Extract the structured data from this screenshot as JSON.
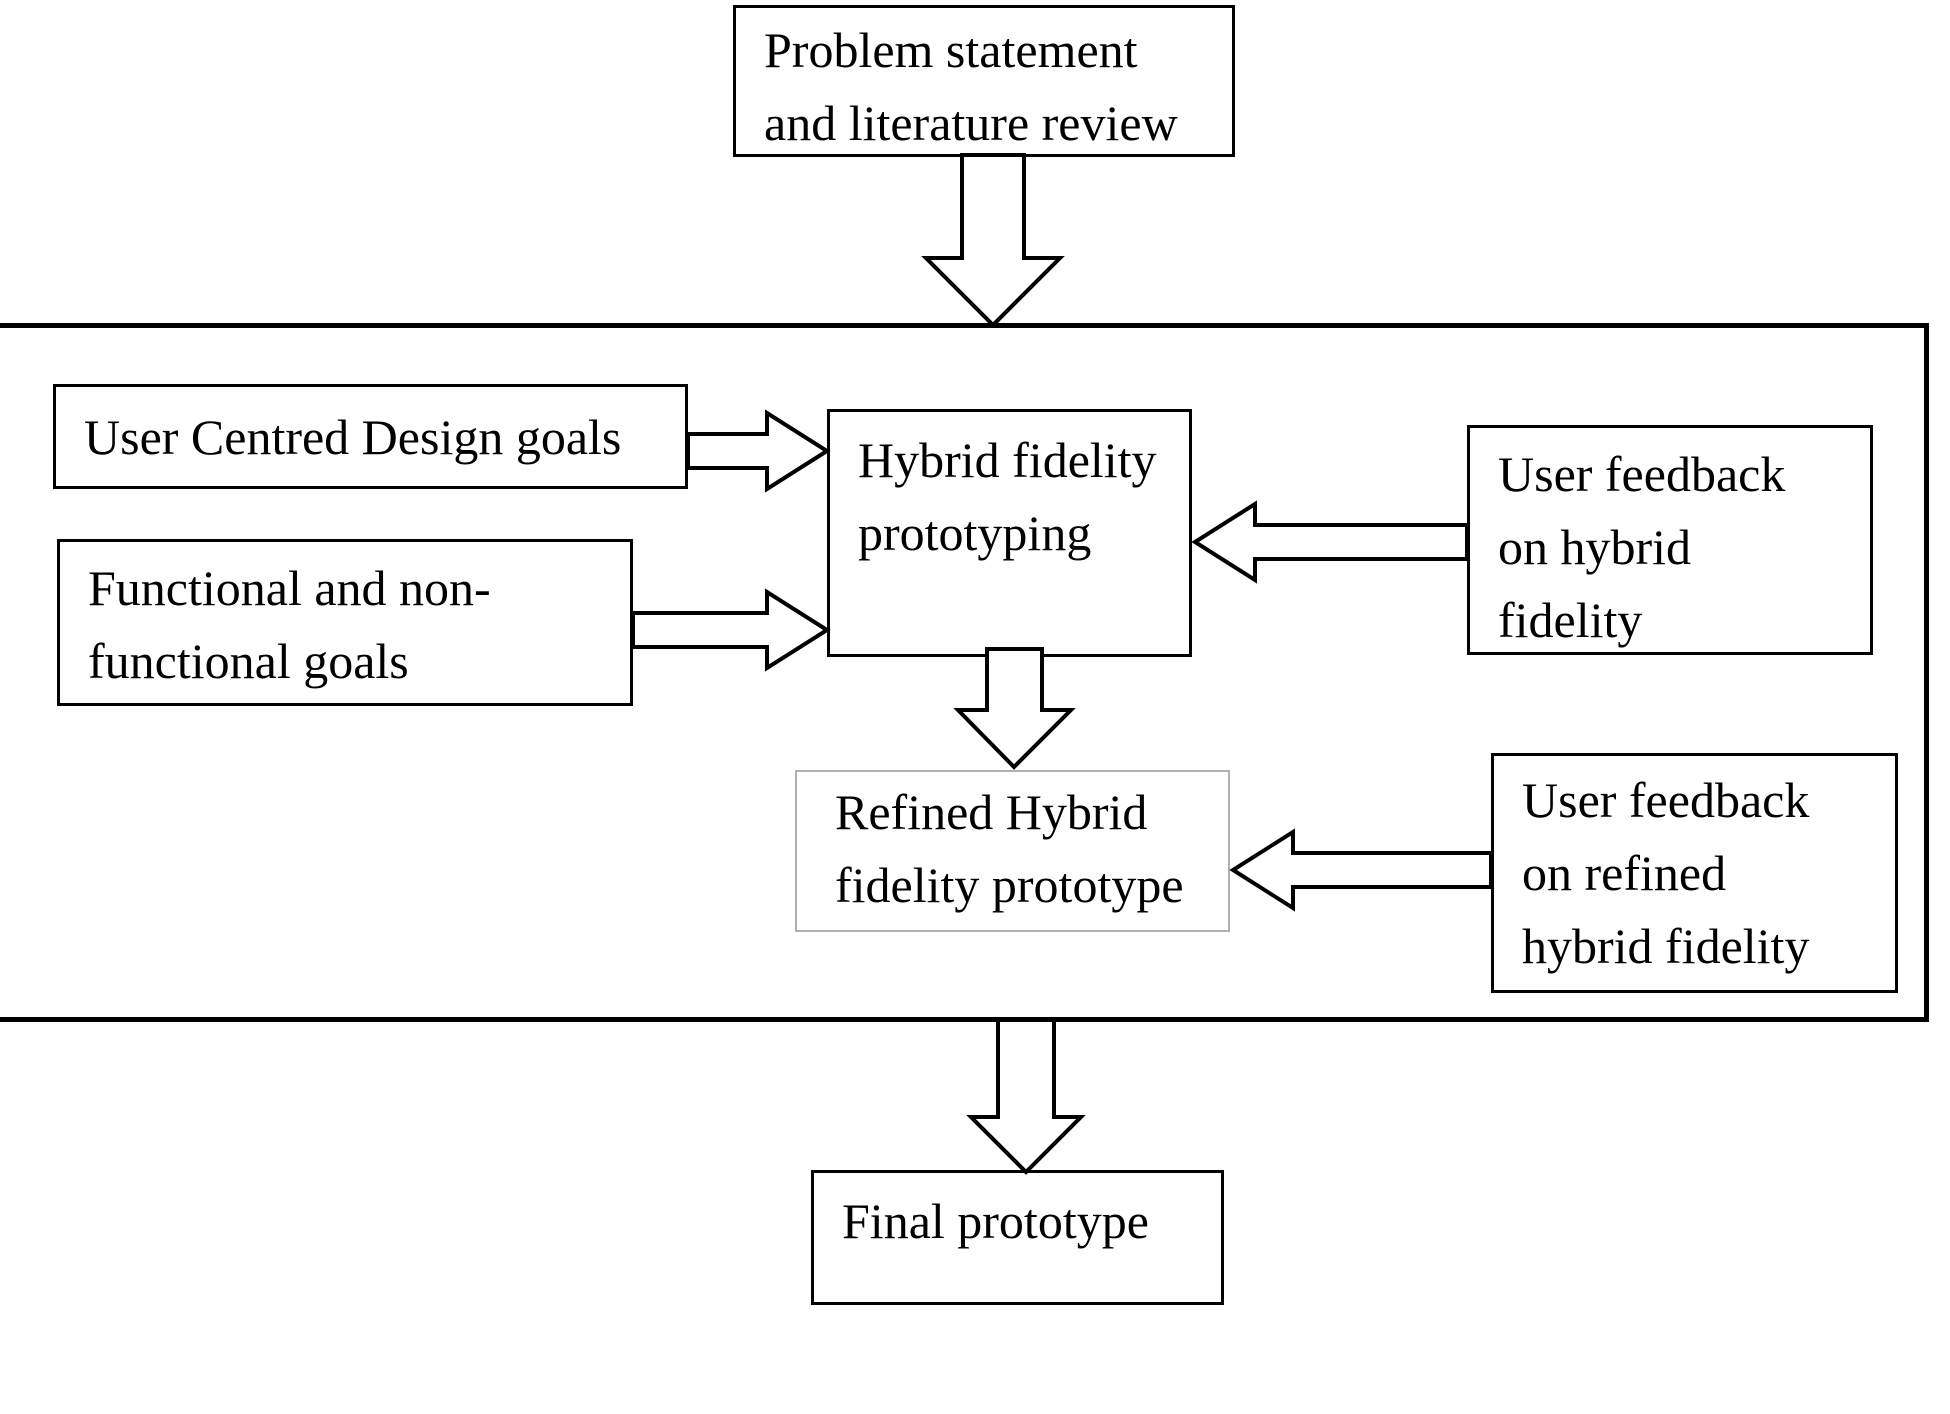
{
  "nodes": {
    "problem": {
      "lines": [
        "Problem statement",
        "and literature review"
      ]
    },
    "ucd_goals": {
      "lines": [
        "User Centred Design goals"
      ]
    },
    "functional_goals": {
      "lines": [
        "Functional and non-",
        "functional goals"
      ]
    },
    "hybrid": {
      "lines": [
        "Hybrid fidelity",
        "prototyping"
      ]
    },
    "feedback_hybrid": {
      "lines": [
        "User feedback",
        "on hybrid",
        "fidelity"
      ]
    },
    "refined": {
      "lines": [
        "Refined Hybrid",
        "fidelity prototype"
      ]
    },
    "feedback_refined": {
      "lines": [
        "User feedback",
        "on refined",
        "hybrid fidelity"
      ]
    },
    "final": {
      "lines": [
        "Final prototype"
      ]
    }
  },
  "colors": {
    "background": "#ffffff",
    "border": "#000000",
    "refined_border": "#b0b0b0",
    "text": "#000000"
  }
}
